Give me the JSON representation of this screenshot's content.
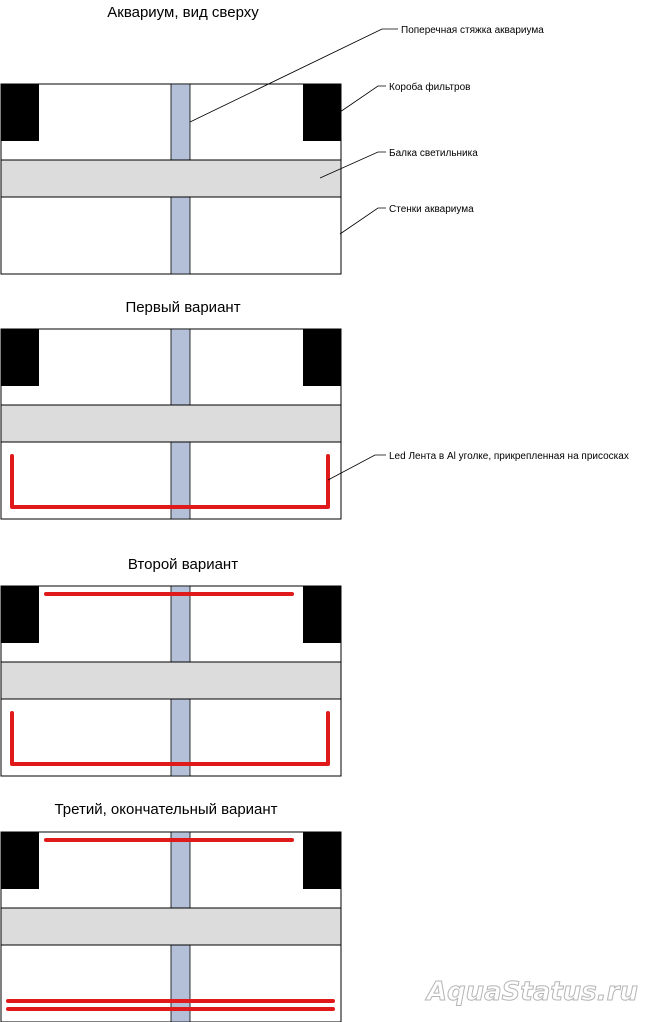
{
  "panels": [
    {
      "title": "Аквариум, вид сверху",
      "variant": "base"
    },
    {
      "title": "Первый вариант",
      "variant": "first"
    },
    {
      "title": "Второй вариант",
      "variant": "second"
    },
    {
      "title": "Третий, окончательный вариант",
      "variant": "third"
    }
  ],
  "callouts": {
    "brace": "Поперечная стяжка аквариума",
    "filters": "Короба фильтров",
    "lamp_beam": "Балка светильника",
    "walls": "Стенки аквариума",
    "led": "Led Лента в Al уголке, прикрепленная на присосках"
  },
  "watermark": "AquaStatus.ru",
  "colors": {
    "brace": "#b4c0d8",
    "lamp_beam": "#dcdcdc",
    "filter_box": "#000000",
    "led_strip": "#e01a1a",
    "outline": "#000000"
  }
}
